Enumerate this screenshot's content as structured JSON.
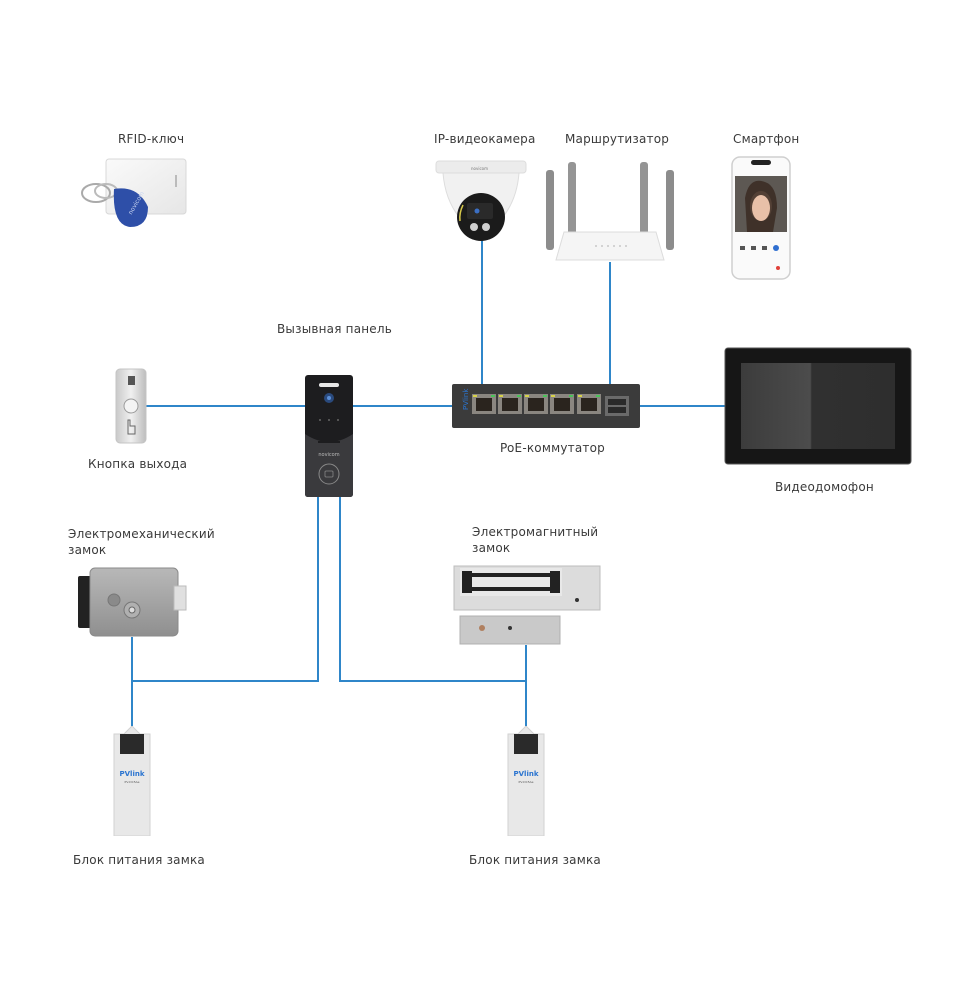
{
  "diagram": {
    "wire_color": "#2f86c9",
    "devices": {
      "rfid": {
        "label": "RFID-ключ",
        "brand": "novicom"
      },
      "ip_camera": {
        "label": "IP-видеокамера",
        "brand": "novicom"
      },
      "router": {
        "label": "Маршрутизатор"
      },
      "smartphone": {
        "label": "Смартфон"
      },
      "call_panel": {
        "label": "Вызывная панель",
        "brand": "novicom"
      },
      "exit_button": {
        "label": "Кнопка выхода"
      },
      "poe_switch": {
        "label": "PoE-коммутатор",
        "brand": "PVlink"
      },
      "video_intercom": {
        "label": "Видеодомофон"
      },
      "electromech_lock": {
        "label_line1": "Электромеханический",
        "label_line2": "замок"
      },
      "electromag_lock": {
        "label_line1": "Электромагнитный",
        "label_line2": "замок"
      },
      "psu_left": {
        "label": "Блок питания замка",
        "brand": "PVlink",
        "model": "PV-DC5Ae"
      },
      "psu_right": {
        "label": "Блок питания замка",
        "brand": "PVlink",
        "model": "PV-DC5Ae"
      }
    },
    "connections": [
      {
        "from": "ip_camera",
        "to": "poe_switch"
      },
      {
        "from": "router",
        "to": "poe_switch"
      },
      {
        "from": "call_panel",
        "to": "poe_switch"
      },
      {
        "from": "exit_button",
        "to": "call_panel"
      },
      {
        "from": "poe_switch",
        "to": "video_intercom"
      },
      {
        "from": "call_panel",
        "to": "electromech_lock"
      },
      {
        "from": "call_panel",
        "to": "electromag_lock"
      },
      {
        "from": "electromech_lock",
        "to": "psu_left"
      },
      {
        "from": "electromag_lock",
        "to": "psu_right"
      }
    ]
  }
}
